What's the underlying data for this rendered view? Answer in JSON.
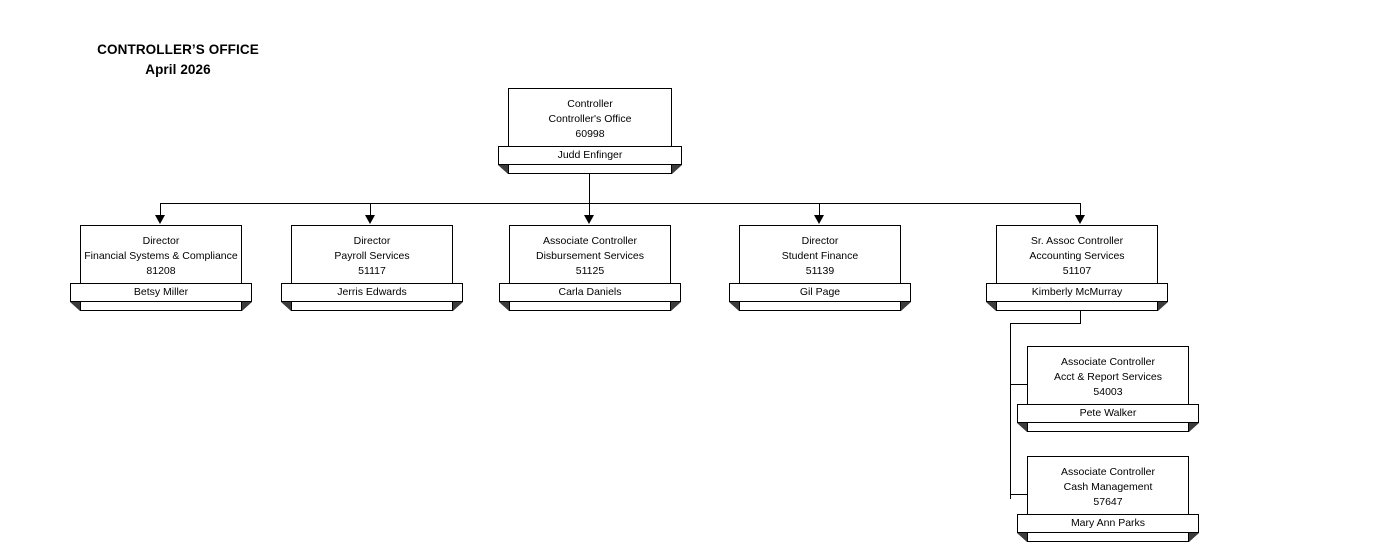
{
  "title": {
    "line1": "CONTROLLER’S OFFICE",
    "line2": "April 2026"
  },
  "colors": {
    "line": "#000000",
    "box_fill": "#ffffff",
    "text": "#000000",
    "fold_shadow": "#3c3c3c",
    "background": "#ffffff"
  },
  "nodes": {
    "root": {
      "title": "Controller",
      "department": "Controller's Office",
      "code": "60998",
      "name": "Judd Enfinger"
    },
    "children": [
      {
        "title": "Director",
        "department": "Financial Systems & Compliance",
        "code": "81208",
        "name": "Betsy Miller"
      },
      {
        "title": "Director",
        "department": "Payroll Services",
        "code": "51117",
        "name": "Jerris Edwards"
      },
      {
        "title": "Associate Controller",
        "department": "Disbursement Services",
        "code": "51125",
        "name": "Carla Daniels"
      },
      {
        "title": "Director",
        "department": "Student Finance",
        "code": "51139",
        "name": "Gil Page"
      },
      {
        "title": "Sr. Assoc Controller",
        "department": "Accounting Services",
        "code": "51107",
        "name": "Kimberly McMurray"
      }
    ],
    "grandchildren": [
      {
        "title": "Associate Controller",
        "department": "Acct & Report Services",
        "code": "54003",
        "name": "Pete Walker"
      },
      {
        "title": "Associate Controller",
        "department": "Cash Management",
        "code": "57647",
        "name": "Mary Ann Parks"
      }
    ]
  }
}
